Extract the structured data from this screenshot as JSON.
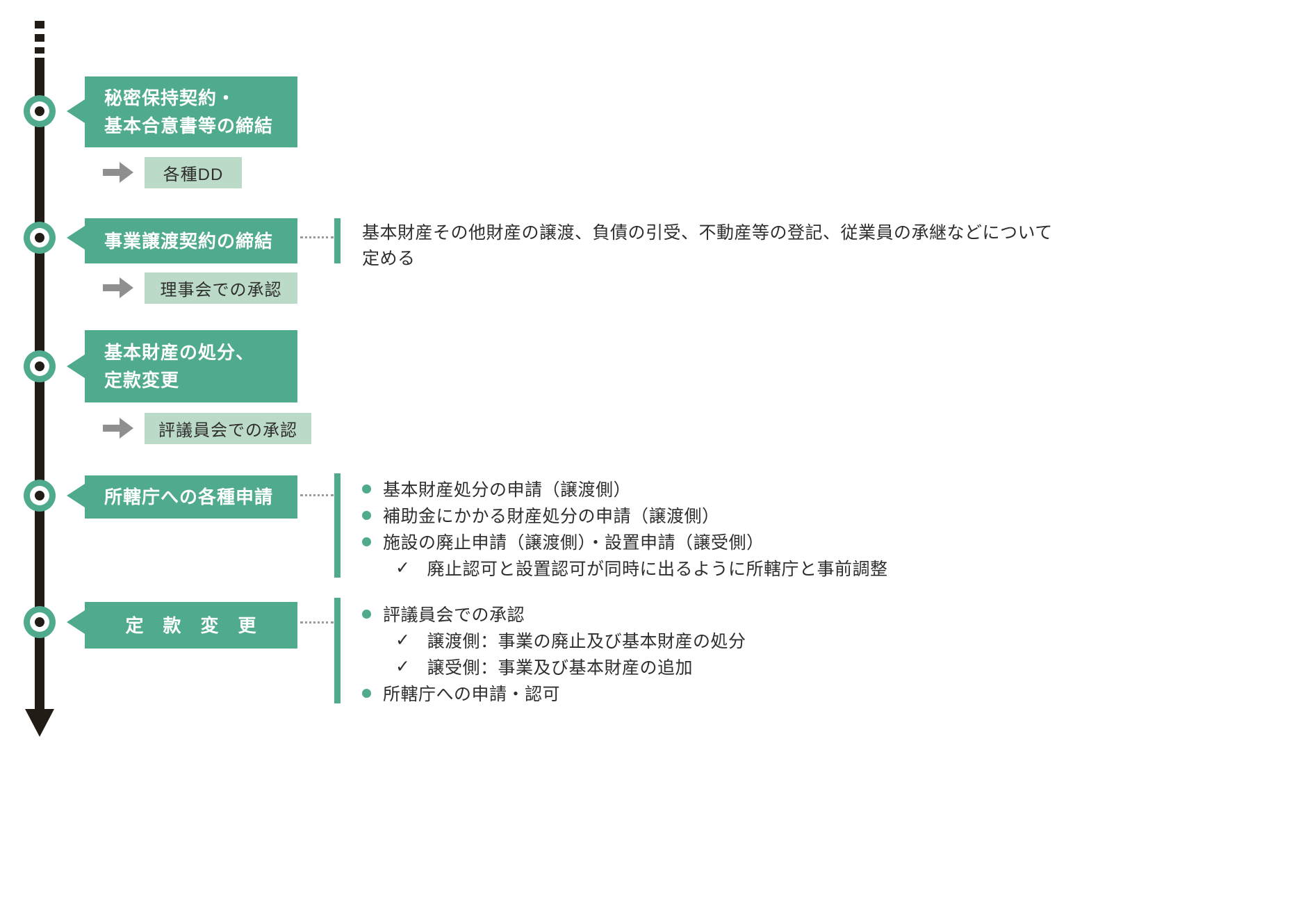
{
  "icons": {
    "check": "✓"
  },
  "colors": {
    "teal": "#4faa8e",
    "light_green": "#bcdac8",
    "gray_arrow": "#8f8f8f",
    "timeline": "#221c17",
    "text": "#2e2e2e"
  },
  "steps": [
    {
      "title_lines": [
        "秘密保持契約・",
        "基本合意書等の締結"
      ],
      "sub_label": "各種DD"
    },
    {
      "title_lines": [
        "事業譲渡契約の締結"
      ],
      "sub_label": "理事会での承認",
      "detail_lines": [
        "基本財産その他財産の譲渡、負債の引受、不動産等の登記、従業員の承継などについて",
        "定める"
      ]
    },
    {
      "title_lines": [
        "基本財産の処分、",
        "定款変更"
      ],
      "sub_label": "評議員会での承認"
    },
    {
      "title_lines": [
        "所轄庁への各種申請"
      ],
      "items": [
        {
          "kind": "bullet",
          "text": "基本財産処分の申請（譲渡側）"
        },
        {
          "kind": "bullet",
          "text": "補助金にかかる財産処分の申請（譲渡側）"
        },
        {
          "kind": "bullet",
          "text": "施設の廃止申請（譲渡側）・設置申請（譲受側）"
        },
        {
          "kind": "check",
          "text": "廃止認可と設置認可が同時に出るように所轄庁と事前調整"
        }
      ]
    },
    {
      "title_lines": [
        "定　款　変　更"
      ],
      "items": [
        {
          "kind": "bullet",
          "text": "評議員会での承認"
        },
        {
          "kind": "check",
          "text": "譲渡側：事業の廃止及び基本財産の処分"
        },
        {
          "kind": "check",
          "text": "譲受側：事業及び基本財産の追加"
        },
        {
          "kind": "bullet",
          "text": "所轄庁への申請・認可"
        }
      ]
    }
  ]
}
